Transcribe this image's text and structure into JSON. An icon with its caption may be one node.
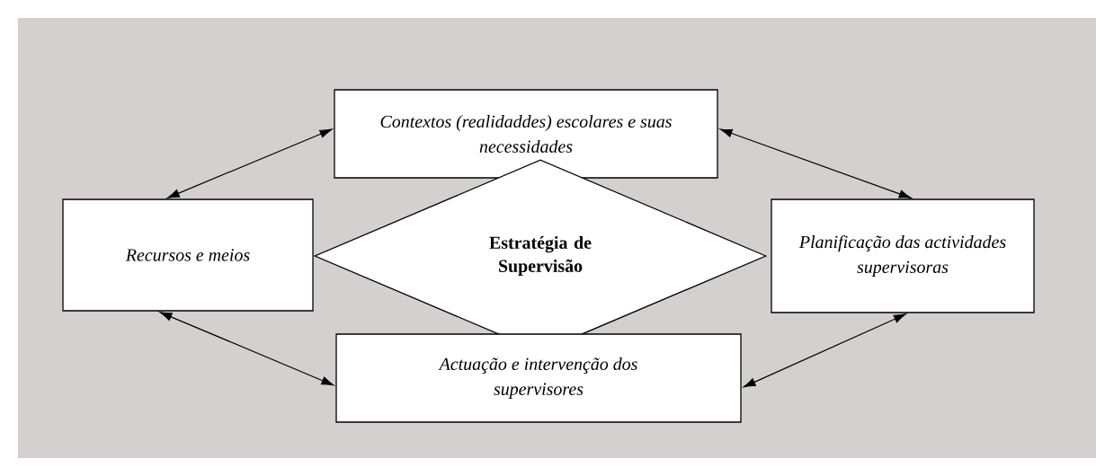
{
  "diagram": {
    "nodes": [
      {
        "text": [
          "Contextos (realidaddes) escolares e suas necessidades"
        ]
      },
      {
        "text": [
          "Recursos e meios"
        ]
      },
      {
        "text": [
          "Estratégia de Supervisão"
        ]
      },
      {
        "text": [
          "Planificação das actividades supervisoras"
        ]
      },
      {
        "text": [
          "Actuação e intervenção dos supervisores"
        ]
      }
    ],
    "edges": [
      {
        "from": 1,
        "to": 0,
        "arrow": "both"
      },
      {
        "from": 0,
        "to": 3,
        "arrow": "both"
      },
      {
        "from": 1,
        "to": 4,
        "arrow": "both"
      },
      {
        "from": 4,
        "to": 3,
        "arrow": "both"
      }
    ]
  }
}
